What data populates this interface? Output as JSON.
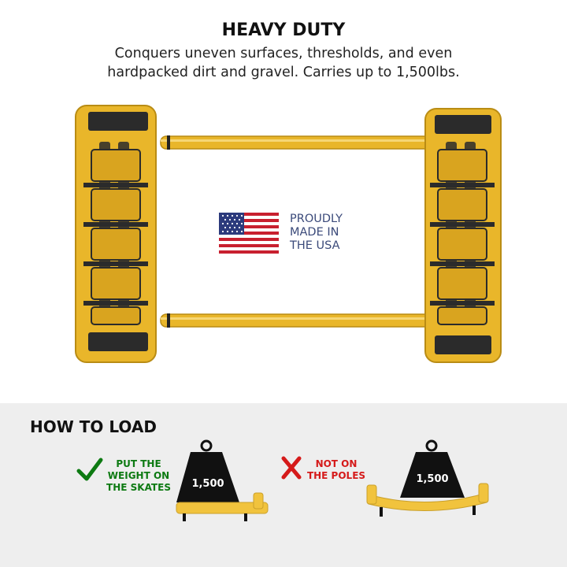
{
  "header": {
    "title": "HEAVY DUTY",
    "subtitle_line1": "Conquers uneven surfaces, thresholds, and even",
    "subtitle_line2": "hardpacked dirt and gravel. Carries up to 1,500lbs."
  },
  "badge": {
    "line1": "PROUDLY",
    "line2": "MADE IN",
    "line3": "THE USA",
    "icon": "us-flag-icon"
  },
  "how_to_load": {
    "title": "HOW TO LOAD",
    "good": {
      "line1": "PUT THE",
      "line2": "WEIGHT ON",
      "line3": "THE SKATES",
      "weight": "1,500",
      "icon": "check-icon"
    },
    "bad": {
      "line1": "NOT ON",
      "line2": "THE POLES",
      "weight": "1,500",
      "icon": "x-icon"
    }
  },
  "colors": {
    "skate_yellow": "#e9b62a",
    "skate_dark": "#b98c14",
    "good_green": "#0d7a12",
    "bad_red": "#d51a1a",
    "badge_blue": "#3b4a7a",
    "panel_gray": "#eeeeee"
  }
}
